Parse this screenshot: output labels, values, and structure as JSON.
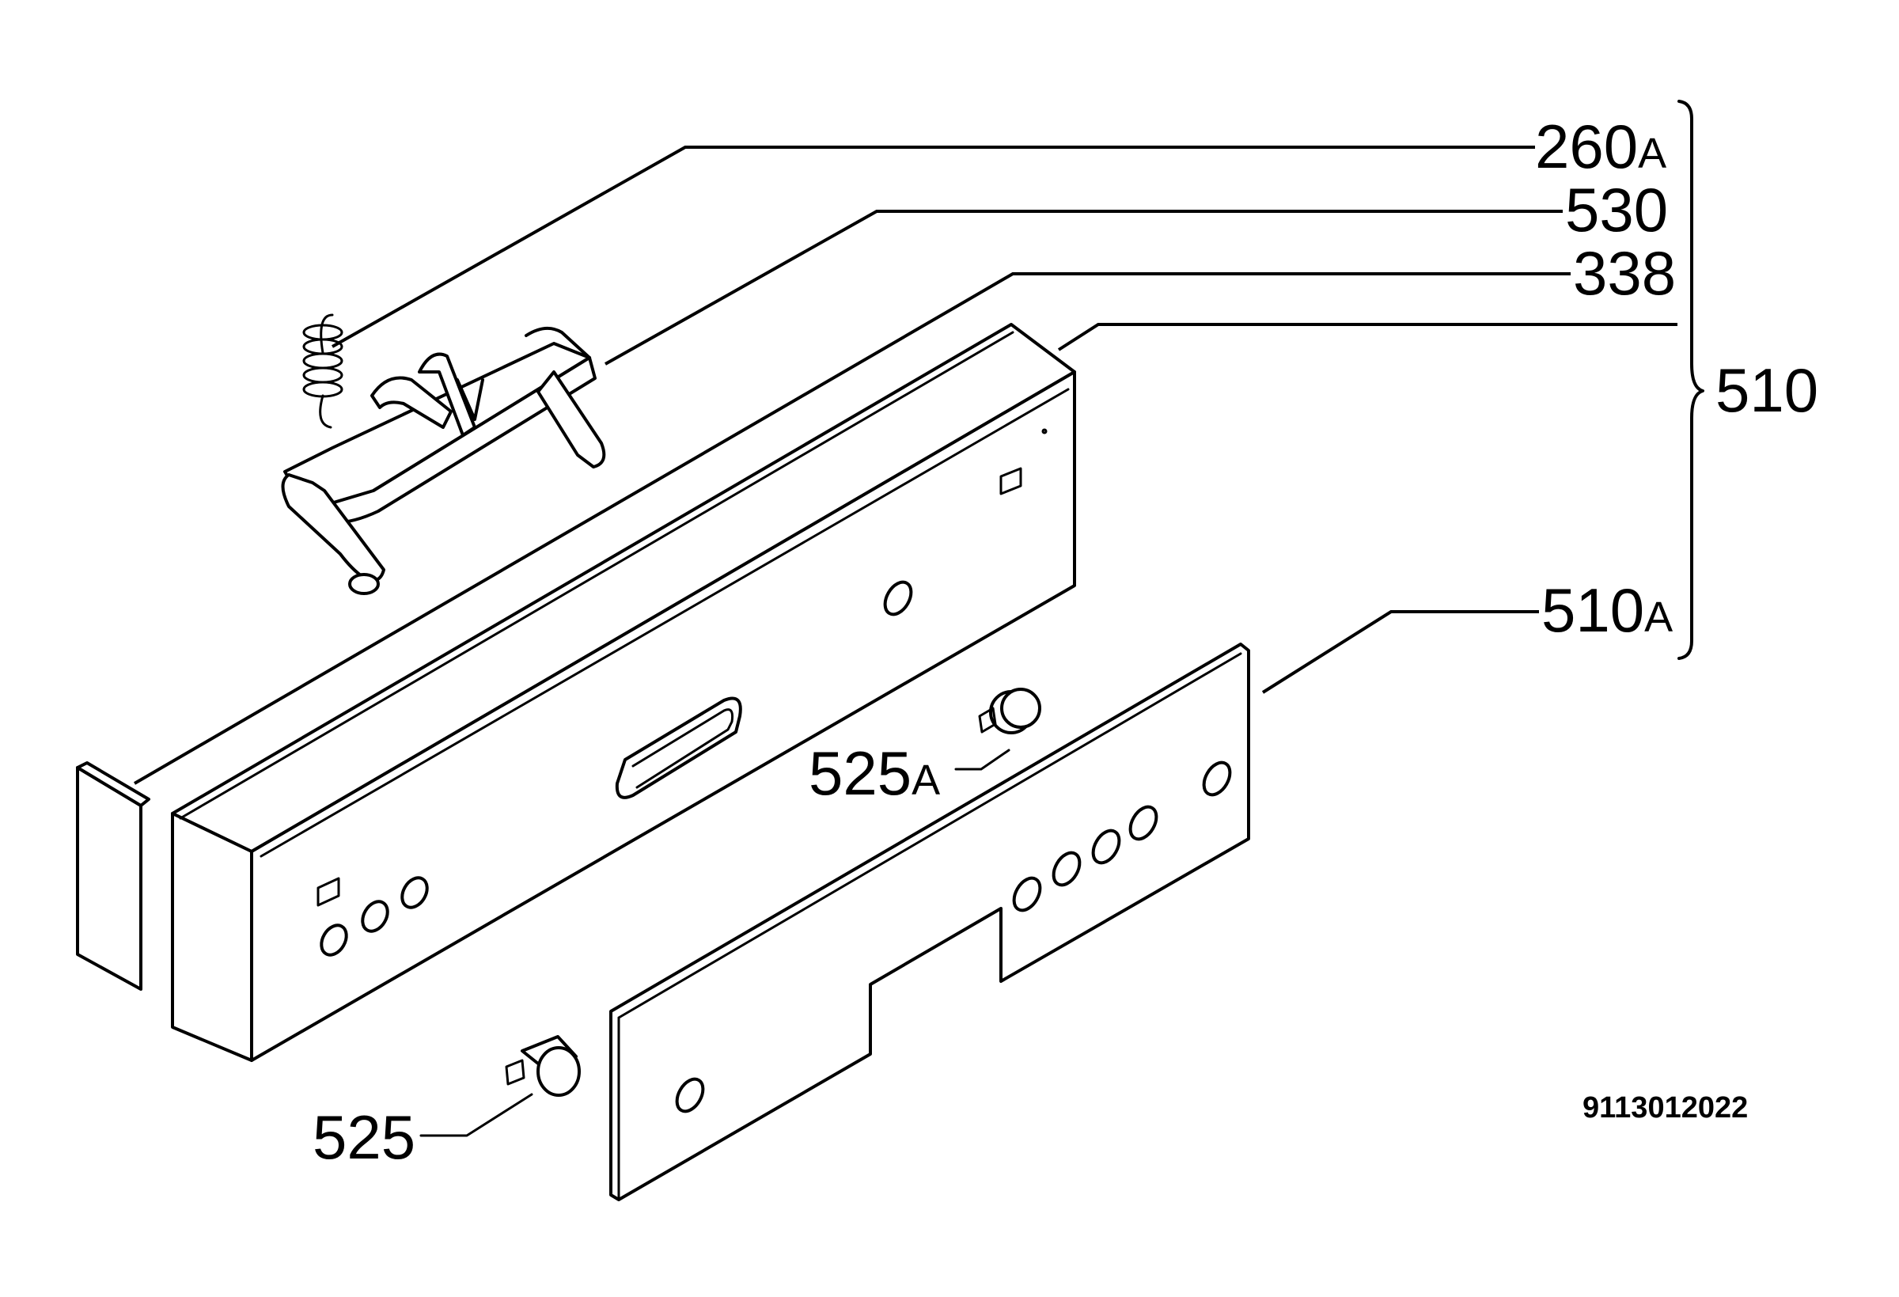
{
  "labels": {
    "l260": "260",
    "l260_suffix": "A",
    "l530": "530",
    "l338": "338",
    "l510": "510",
    "l510a": "510",
    "l510a_suffix": "A",
    "l525a": "525",
    "l525a_suffix": "A",
    "l525": "525"
  },
  "drawing_code": "9113012022"
}
